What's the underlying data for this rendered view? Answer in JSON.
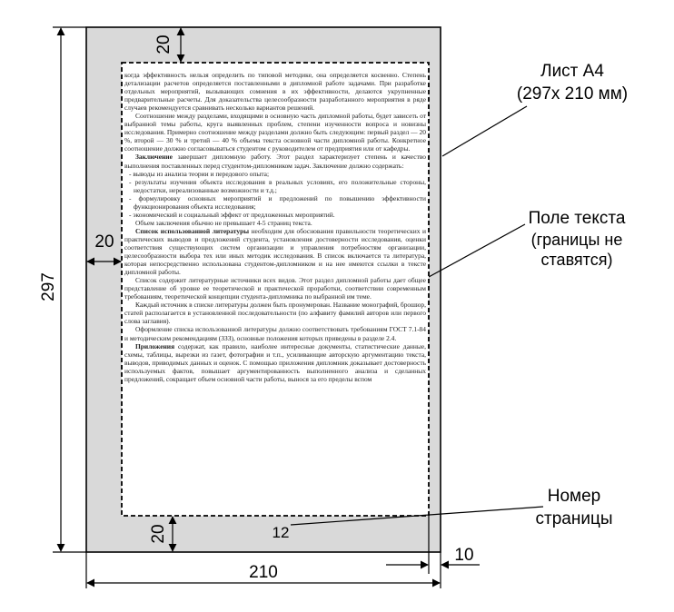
{
  "labels": {
    "sheet_line1": "Лист А4",
    "sheet_line2": "(297х 210 мм)",
    "text_field_line1": "Поле текста",
    "text_field_line2": "(границы не",
    "text_field_line3": "ставятся)",
    "page_number_line1": "Номер",
    "page_number_line2": "страницы"
  },
  "dimensions": {
    "height": "297",
    "width": "210",
    "margin_top": "20",
    "margin_left": "20",
    "margin_bottom": "20",
    "margin_right": "10"
  },
  "page_number": "12",
  "text": {
    "p1": "когда эффективность нельзя определить по типовой методике, она определяется косвенно. Степень детализации расчетов определяется поставленными в дипломной работе задачами. При разработке отдельных мероприятий, вызывающих сомнения в их эффективности, делаются укрупненные предварительные расчеты. Для доказательства целесообразности разработанного мероприятия в ряде случаев рекомендуется сравнивать несколько вариантов решений.",
    "p2": "Соотношение между разделами, входящими в основную часть дипломной работы, будет зависеть от выбранной темы работы, круга выявленных проблем, степени изученности вопроса и новизны исследования. Примерно соотношение между разделами должно быть следующим: первый раздел — 20 %, второй — 30 % и третий — 40 % объема текста основной части дипломной работы. Конкретное соотношение должно согласовываться студентом с руководителем от предприятия или от кафедры.",
    "p3_bold": "Заключение",
    "p3": " завершает дипломную работу. Этот раздел характеризует степень и качество выполнения поставленных перед студентом-дипломником задач. Заключение должно содержать:",
    "i1": "- выводы из анализа теории и передового опыта;",
    "i2": "- результаты изучения объекта исследования в реальных условиях, его положительные стороны, недостатки, нереализованные возможности и т.д.;",
    "i3": "- формулировку основных мероприятий и предложений по повышению эффективности функционирования объекта исследования;",
    "i4": "- экономический и социальный эффект от предложенных мероприятий.",
    "p4": "Объем заключения обычно не превышает 4-5 страниц текста.",
    "p5_bold": "Список использованной литературы",
    "p5": " необходим для обоснования правильности теоретических и практических выводов и предложений студента, установления достоверности исследования, оценки соответствия существующих систем организации и управления потребностям организации, целесообразности выбора тех или иных методик исследования. В список включается та литература, которая непосредственно использована студентом-дипломником и на нее имеются ссылки в тексте дипломной работы.",
    "p6": "Список содержит литературные источники всех видов. Этот раздел дипломной работы дает общее представление об уровне ее теоретической и практической проработки, соответствии современным требованиям, теоретической концепции студента-дипломника по выбранной им теме.",
    "p7": "Каждый источник в списке литературы должен быть пронумерован. Название монографий, брошюр, статей располагается в установленной последовательности (по алфавиту фамилий авторов или первого слова заглавия).",
    "p8": "Оформление списка использованной литературы должно соответствовать требованиям ГОСТ 7.1-84 и методическим рекомендациям (ЗЗЗ), основные положения которых приведены в разделе 2.4.",
    "p9_bold": "Приложения",
    "p9": " содержат, как правило, наиболее интересные документы, статистические данные, схемы, таблицы, вырезки из газет, фотографии и т.п., усиливающие авторскую аргументацию текста, выводов, приводимых данных и оценок. С помощью приложения дипломник доказывает достоверность используемых фактов, повышает аргументированность выполненного анализа и сделанных предложений, сокращает объем основной части работы, вынося за его пределы вспом"
  }
}
